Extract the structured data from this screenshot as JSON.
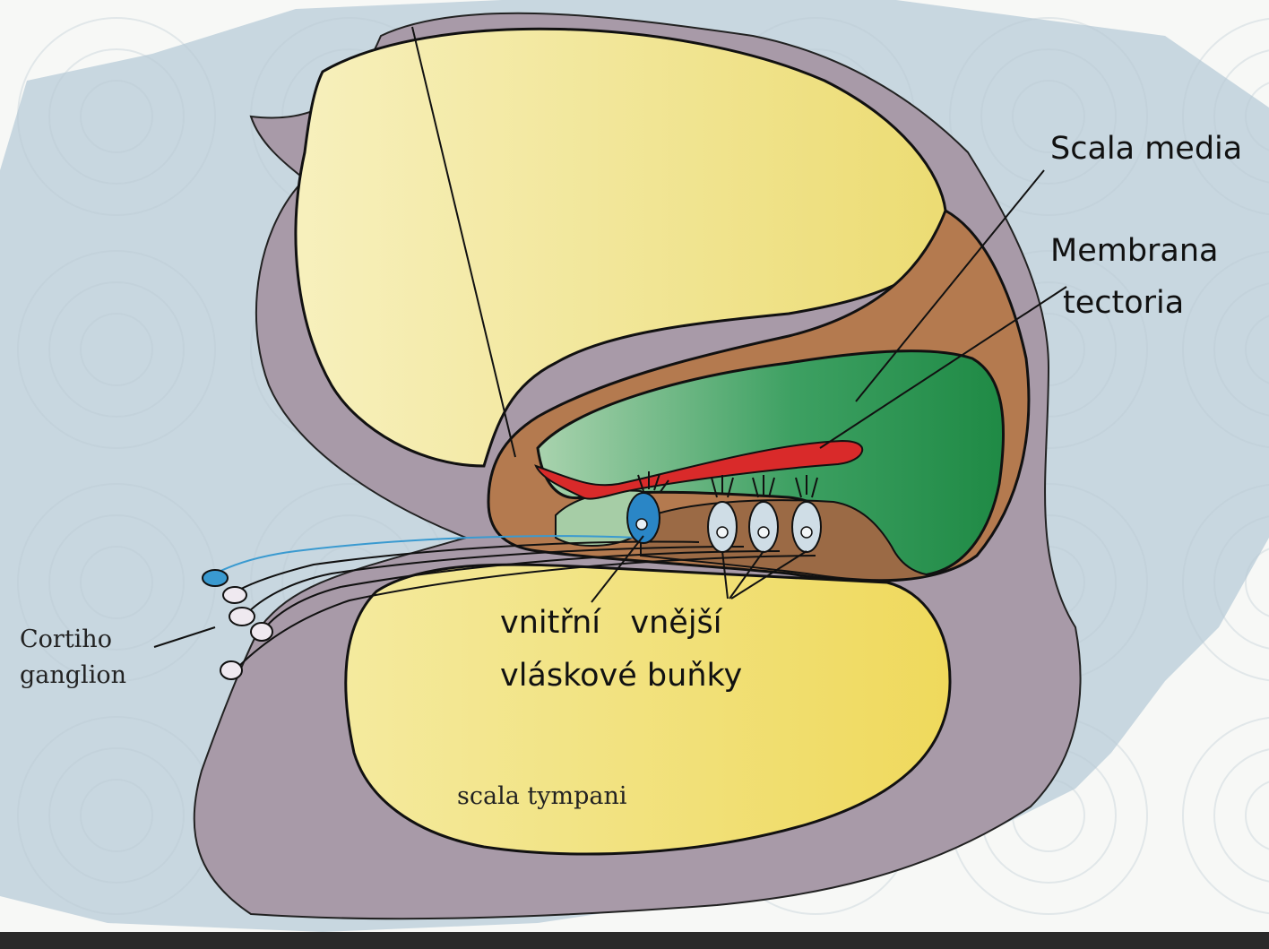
{
  "diagram": {
    "labels": {
      "scala_media": "Scala media",
      "membrana_line1": "Membrana",
      "membrana_line2": "tectoria",
      "hair_cells_line1": "vnitřní   vnější",
      "hair_cells_line2": "vláskové buňky",
      "ganglion_line1": "Cortiho",
      "ganglion_line2": "ganglion",
      "scala_tympani": "scala tympani"
    },
    "colors": {
      "page_bg": "#f7f8f6",
      "blue_bg": "#c8d7e0",
      "bone_purple": "#a89aa8",
      "scala_yellow": "#efe07a",
      "scala_light_yellow": "#f3eba8",
      "duct_brown": "#b47a4f",
      "scala_media_green": "#2f9a55",
      "tectoria_red": "#d92a2a",
      "inner_hair_cell": "#2a86c6",
      "outer_hair_cell": "#cfdde6",
      "nerve_blue": "#3a9ad0",
      "ink": "#111111"
    }
  }
}
